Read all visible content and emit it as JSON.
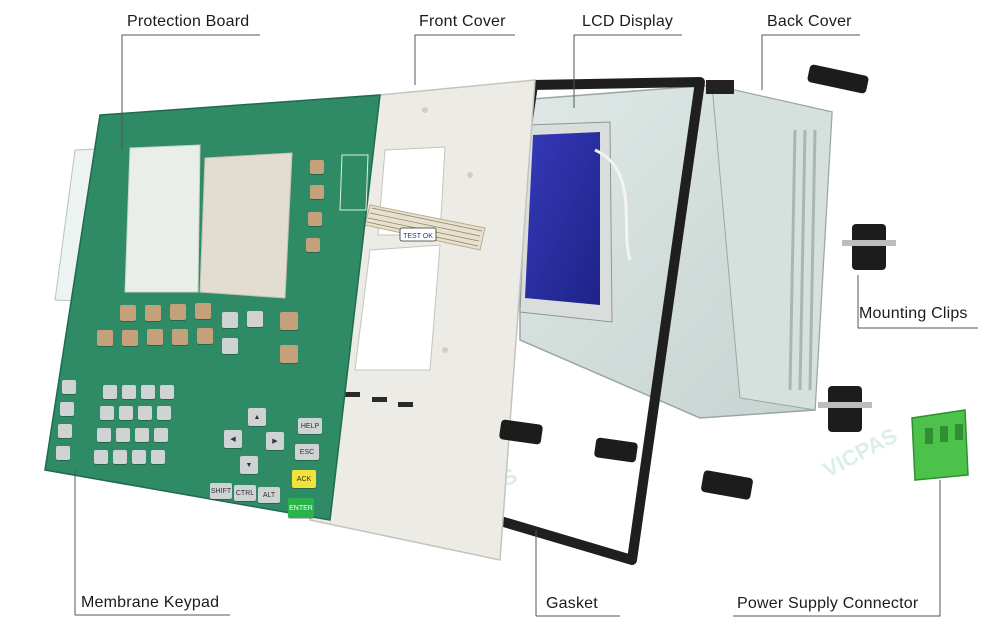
{
  "labels": {
    "protection_board": "Protection Board",
    "front_cover": "Front Cover",
    "lcd_display": "LCD Display",
    "back_cover": "Back Cover",
    "mounting_clips": "Mounting Clips",
    "membrane_keypad": "Membrane Keypad",
    "gasket": "Gasket",
    "power_supply_connector": "Power Supply Connector"
  },
  "flex_cable_tag": "TEST OK",
  "watermark": "VICPAS",
  "keys": {
    "help": "HELP",
    "esc": "ESC",
    "ack": "ACK",
    "enter": "ENTER",
    "shift": "SHIFT",
    "ctrl": "CTRL",
    "alt": "ALT"
  },
  "colors": {
    "keypad_green": "#2f8a66",
    "lcd_blue": "#2a2fa8",
    "front_cover": "#ecebe6",
    "connector_green": "#4cc24b",
    "gasket": "#1f1f1f"
  }
}
